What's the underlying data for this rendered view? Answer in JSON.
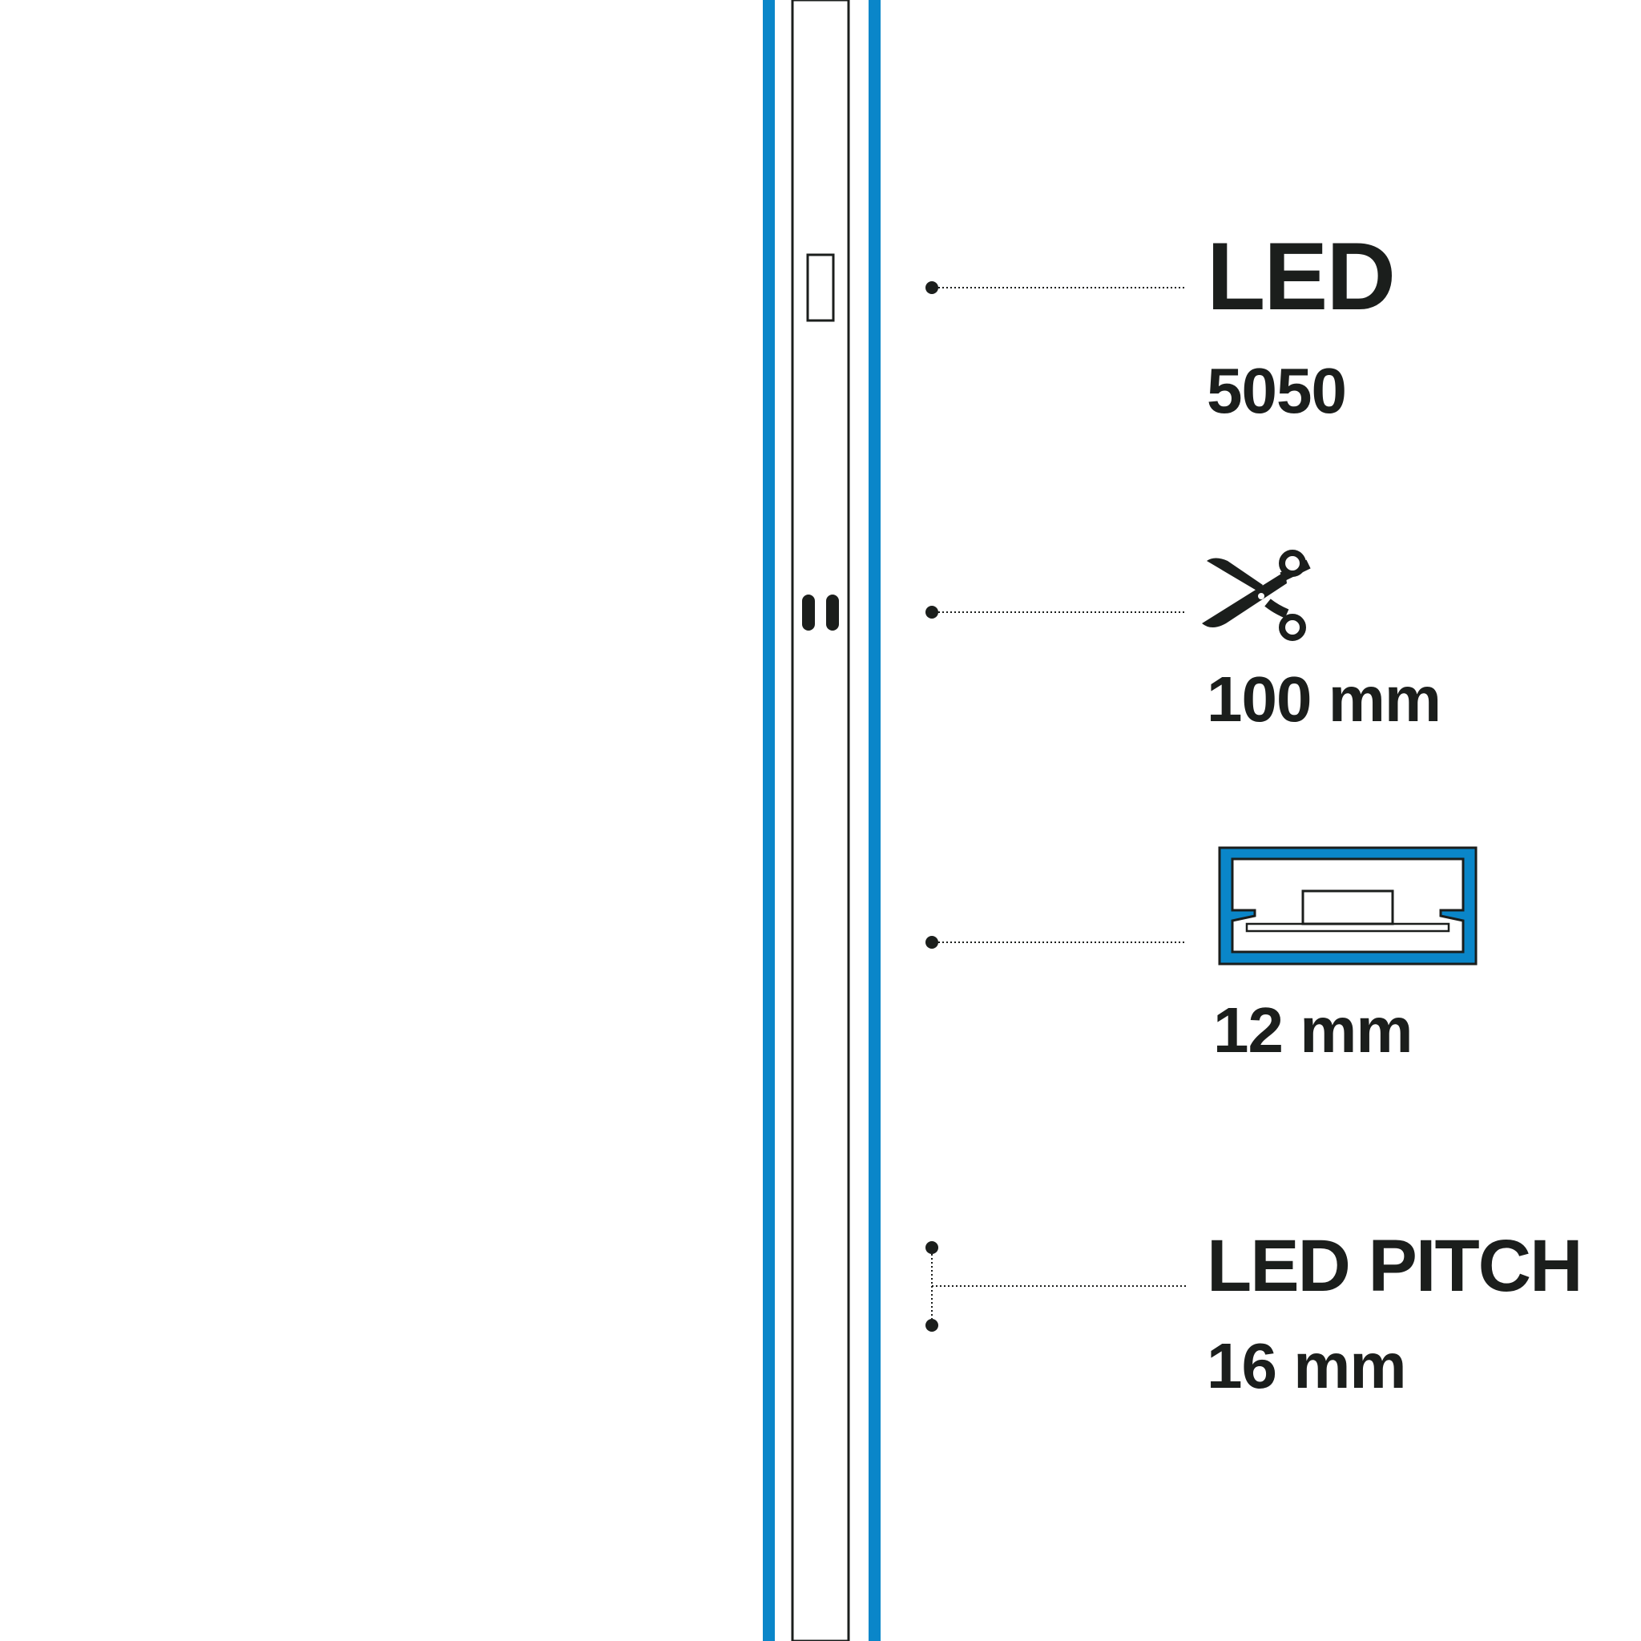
{
  "colors": {
    "accent": "#0a86c9",
    "ink": "#1b1e1c"
  },
  "specs": [
    {
      "id": "led",
      "title": "LED",
      "value": "5050",
      "icon": "led-chip-icon"
    },
    {
      "id": "cut",
      "title": "",
      "value": "100 mm",
      "icon": "scissors-icon"
    },
    {
      "id": "width",
      "title": "",
      "value": "12 mm",
      "icon": "profile-cross-section-icon"
    },
    {
      "id": "pitch",
      "title": "LED PITCH",
      "value": "16 mm",
      "icon": "pitch-marker-icon"
    }
  ]
}
